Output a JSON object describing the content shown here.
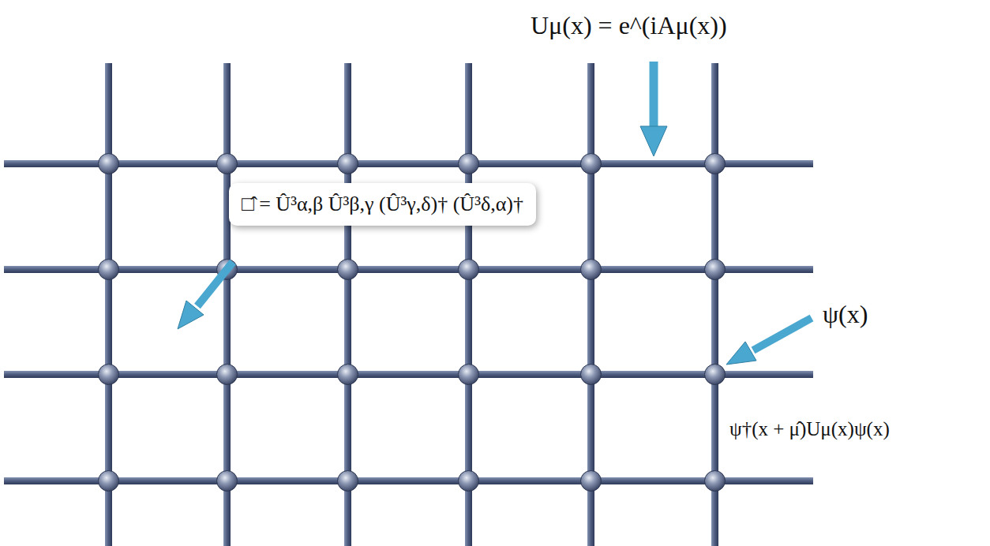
{
  "diagram": {
    "nodes": [
      {
        "text": [
          "□̂ = Û³α,β Û³β,γ (Û³γ,δ)† (Û³δ,α)†"
        ]
      }
    ],
    "labels": [
      "Uμ(x) = e^(iAμ(x))",
      "ψ(x)",
      "ψ†(x + μ̂)Uμ(x)ψ(x)"
    ]
  }
}
